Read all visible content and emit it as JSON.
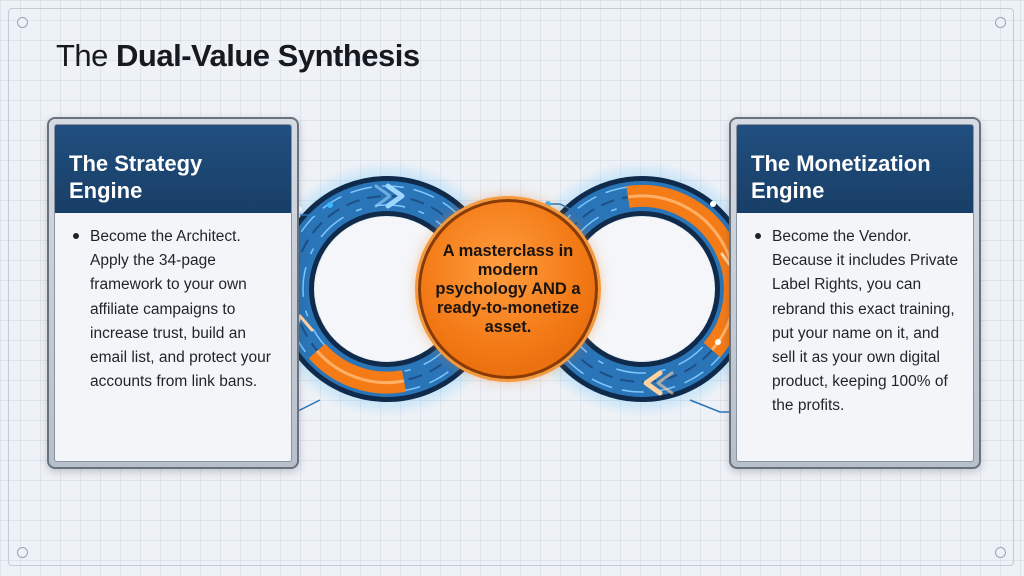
{
  "title": {
    "prefix": "The",
    "emphasis": "Dual-Value Synthesis"
  },
  "left_card": {
    "heading": "The Strategy Engine",
    "bullet": "Become the Architect. Apply the 34-page framework to your own affiliate campaigns to increase trust, build an email list, and protect your accounts from link bans."
  },
  "right_card": {
    "heading": "The Monetization Engine",
    "bullet": "Become the Vendor. Because it includes Private Label Rights, you can rebrand this exact training, put your name on it, and sell it as your own digital product, keeping 100% of the profits."
  },
  "center": {
    "text": "A masterclass in modern psychology AND a ready-to-monetize asset."
  },
  "colors": {
    "navy": "#1d4775",
    "orange": "#f47b16",
    "blue_ring": "#2a74b8",
    "glow": "#39b7ff"
  },
  "icons": [
    "chevron-arrow-icon",
    "circuit-trace-icon",
    "bullet-dot-icon"
  ]
}
